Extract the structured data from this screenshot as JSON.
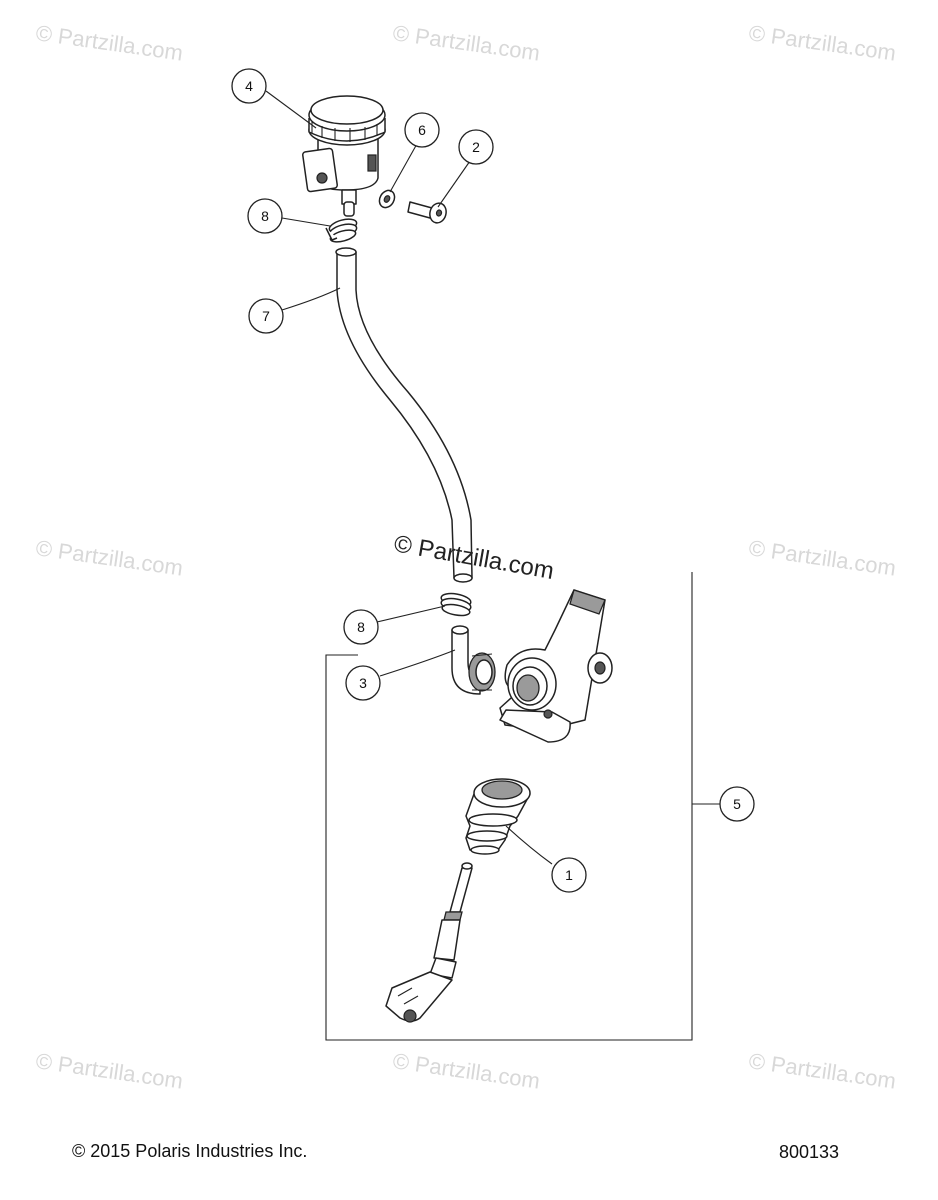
{
  "watermark": "© Partzilla.com",
  "center_watermark": "© Partzilla.com",
  "callouts": [
    "4",
    "6",
    "2",
    "8",
    "7",
    "8",
    "3",
    "5",
    "1"
  ],
  "footer": {
    "copyright": "© 2015 Polaris Industries Inc.",
    "diagram_number": "800133"
  },
  "colors": {
    "line": "#222222",
    "watermark": "#d8d8d8",
    "shade": "#9a9a9a"
  }
}
